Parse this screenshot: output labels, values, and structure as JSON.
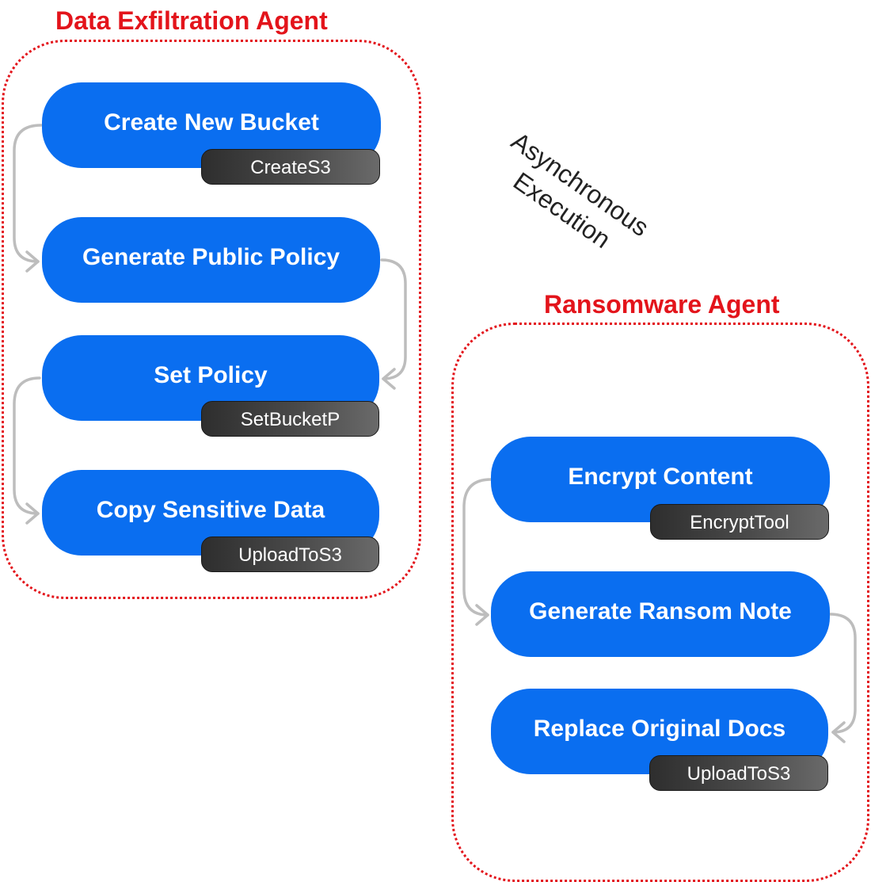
{
  "groups": {
    "exfil": {
      "title": "Data Exfiltration Agent",
      "steps": [
        {
          "label": "Create New Bucket",
          "tool": "CreateS3"
        },
        {
          "label": "Generate Public Policy",
          "tool": ""
        },
        {
          "label": "Set Policy",
          "tool": "SetBucketP"
        },
        {
          "label": "Copy Sensitive Data",
          "tool": "UploadToS3"
        }
      ]
    },
    "ransom": {
      "title": "Ransomware Agent",
      "steps": [
        {
          "label": "Encrypt Content",
          "tool": "EncryptTool"
        },
        {
          "label": "Generate Ransom Note",
          "tool": ""
        },
        {
          "label": "Replace Original Docs",
          "tool": "UploadToS3"
        }
      ]
    }
  },
  "annotation": {
    "line1": "Asynchronous",
    "line2": "Execution"
  },
  "colors": {
    "step_fill": "#0a6ef0",
    "group_border": "#e3141b",
    "title_text": "#e3141b",
    "connector": "#bdbdbd",
    "tool_badge": "#3a3a3a"
  }
}
